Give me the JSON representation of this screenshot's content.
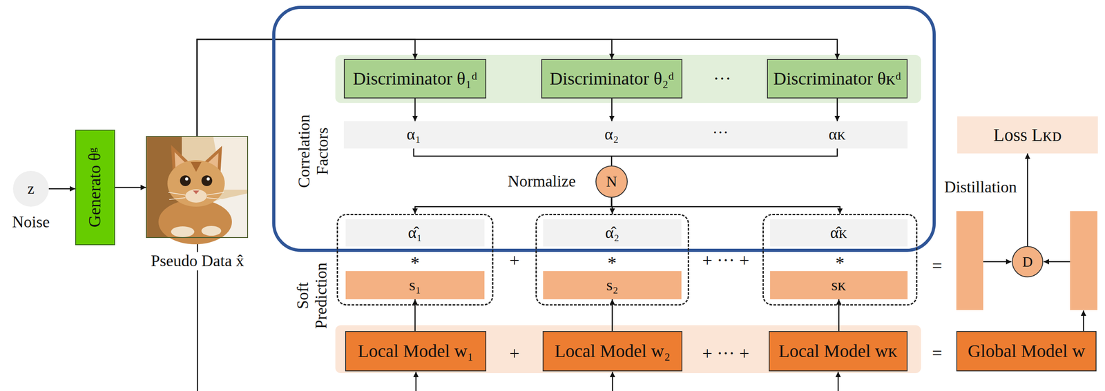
{
  "diagram": {
    "nodes": [
      {
        "text": [
          "z",
          "Noise"
        ]
      },
      {
        "text": [
          "Generato θᵍ"
        ]
      },
      {
        "text": [
          "Pseudo Data x̂"
        ]
      },
      {
        "text": [
          "Correlation Factors"
        ]
      },
      {
        "text": [
          "Discriminator θ₁ᵈ"
        ],
        "in": 3
      },
      {
        "text": [
          "Discriminator θ₂ᵈ"
        ],
        "in": 3
      },
      {
        "text": [
          "Discriminator θᴋᵈ"
        ],
        "in": 3
      },
      {
        "text": [
          "α₁",
          "α₂",
          "···",
          "αᴋ"
        ],
        "in": 3
      },
      {
        "text": [
          "N"
        ],
        "in": 3
      },
      {
        "text": [
          "*"
        ]
      },
      {
        "text": [
          "α̂₁"
        ],
        "in": 9
      },
      {
        "text": [
          "s₁"
        ],
        "in": 9
      },
      {
        "text": [
          "*"
        ]
      },
      {
        "text": [
          "α̂₂"
        ],
        "in": 12
      },
      {
        "text": [
          "s₂"
        ],
        "in": 12
      },
      {
        "text": [
          "*"
        ]
      },
      {
        "text": [
          "α̂ᴋ"
        ],
        "in": 15
      },
      {
        "text": [
          "sᴋ"
        ],
        "in": 15
      },
      {
        "text": [
          "Local Model w₁"
        ]
      },
      {
        "text": [
          "Local Model w₂"
        ]
      },
      {
        "text": [
          "Local Model wᴋ"
        ]
      },
      {
        "text": [
          "Global Model w"
        ]
      },
      {
        "text": [
          "D"
        ]
      },
      {
        "text": [
          "Loss Lᴋᴅ"
        ]
      }
    ],
    "edges": [
      {
        "from": 0,
        "to": 1,
        "arrow": "to"
      },
      {
        "from": 1,
        "to": 2,
        "arrow": "to"
      },
      {
        "from": 2,
        "to": 4,
        "arrow": "to"
      },
      {
        "from": 2,
        "to": 5,
        "arrow": "to"
      },
      {
        "from": 2,
        "to": 6,
        "arrow": "to"
      },
      {
        "from": 4,
        "to": 7,
        "arrow": "to"
      },
      {
        "from": 5,
        "to": 7,
        "arrow": "to"
      },
      {
        "from": 6,
        "to": 7,
        "arrow": "to"
      },
      {
        "from": 7,
        "to": 8,
        "arrow": "none"
      },
      {
        "from": 8,
        "to": 9,
        "arrow": "to"
      },
      {
        "from": 8,
        "to": 12,
        "arrow": "to"
      },
      {
        "from": 8,
        "to": 15,
        "arrow": "to"
      },
      {
        "from": 18,
        "to": 11,
        "arrow": "to"
      },
      {
        "from": 19,
        "to": 14,
        "arrow": "to"
      },
      {
        "from": 20,
        "to": 17,
        "arrow": "to"
      },
      {
        "from": 22,
        "to": 23,
        "arrow": "to"
      }
    ],
    "labels": [
      "···",
      "Normalize",
      "Distillation",
      "+",
      "+ ··· +",
      "=",
      "Soft Prediction",
      "+",
      "+ ··· +",
      "="
    ]
  }
}
